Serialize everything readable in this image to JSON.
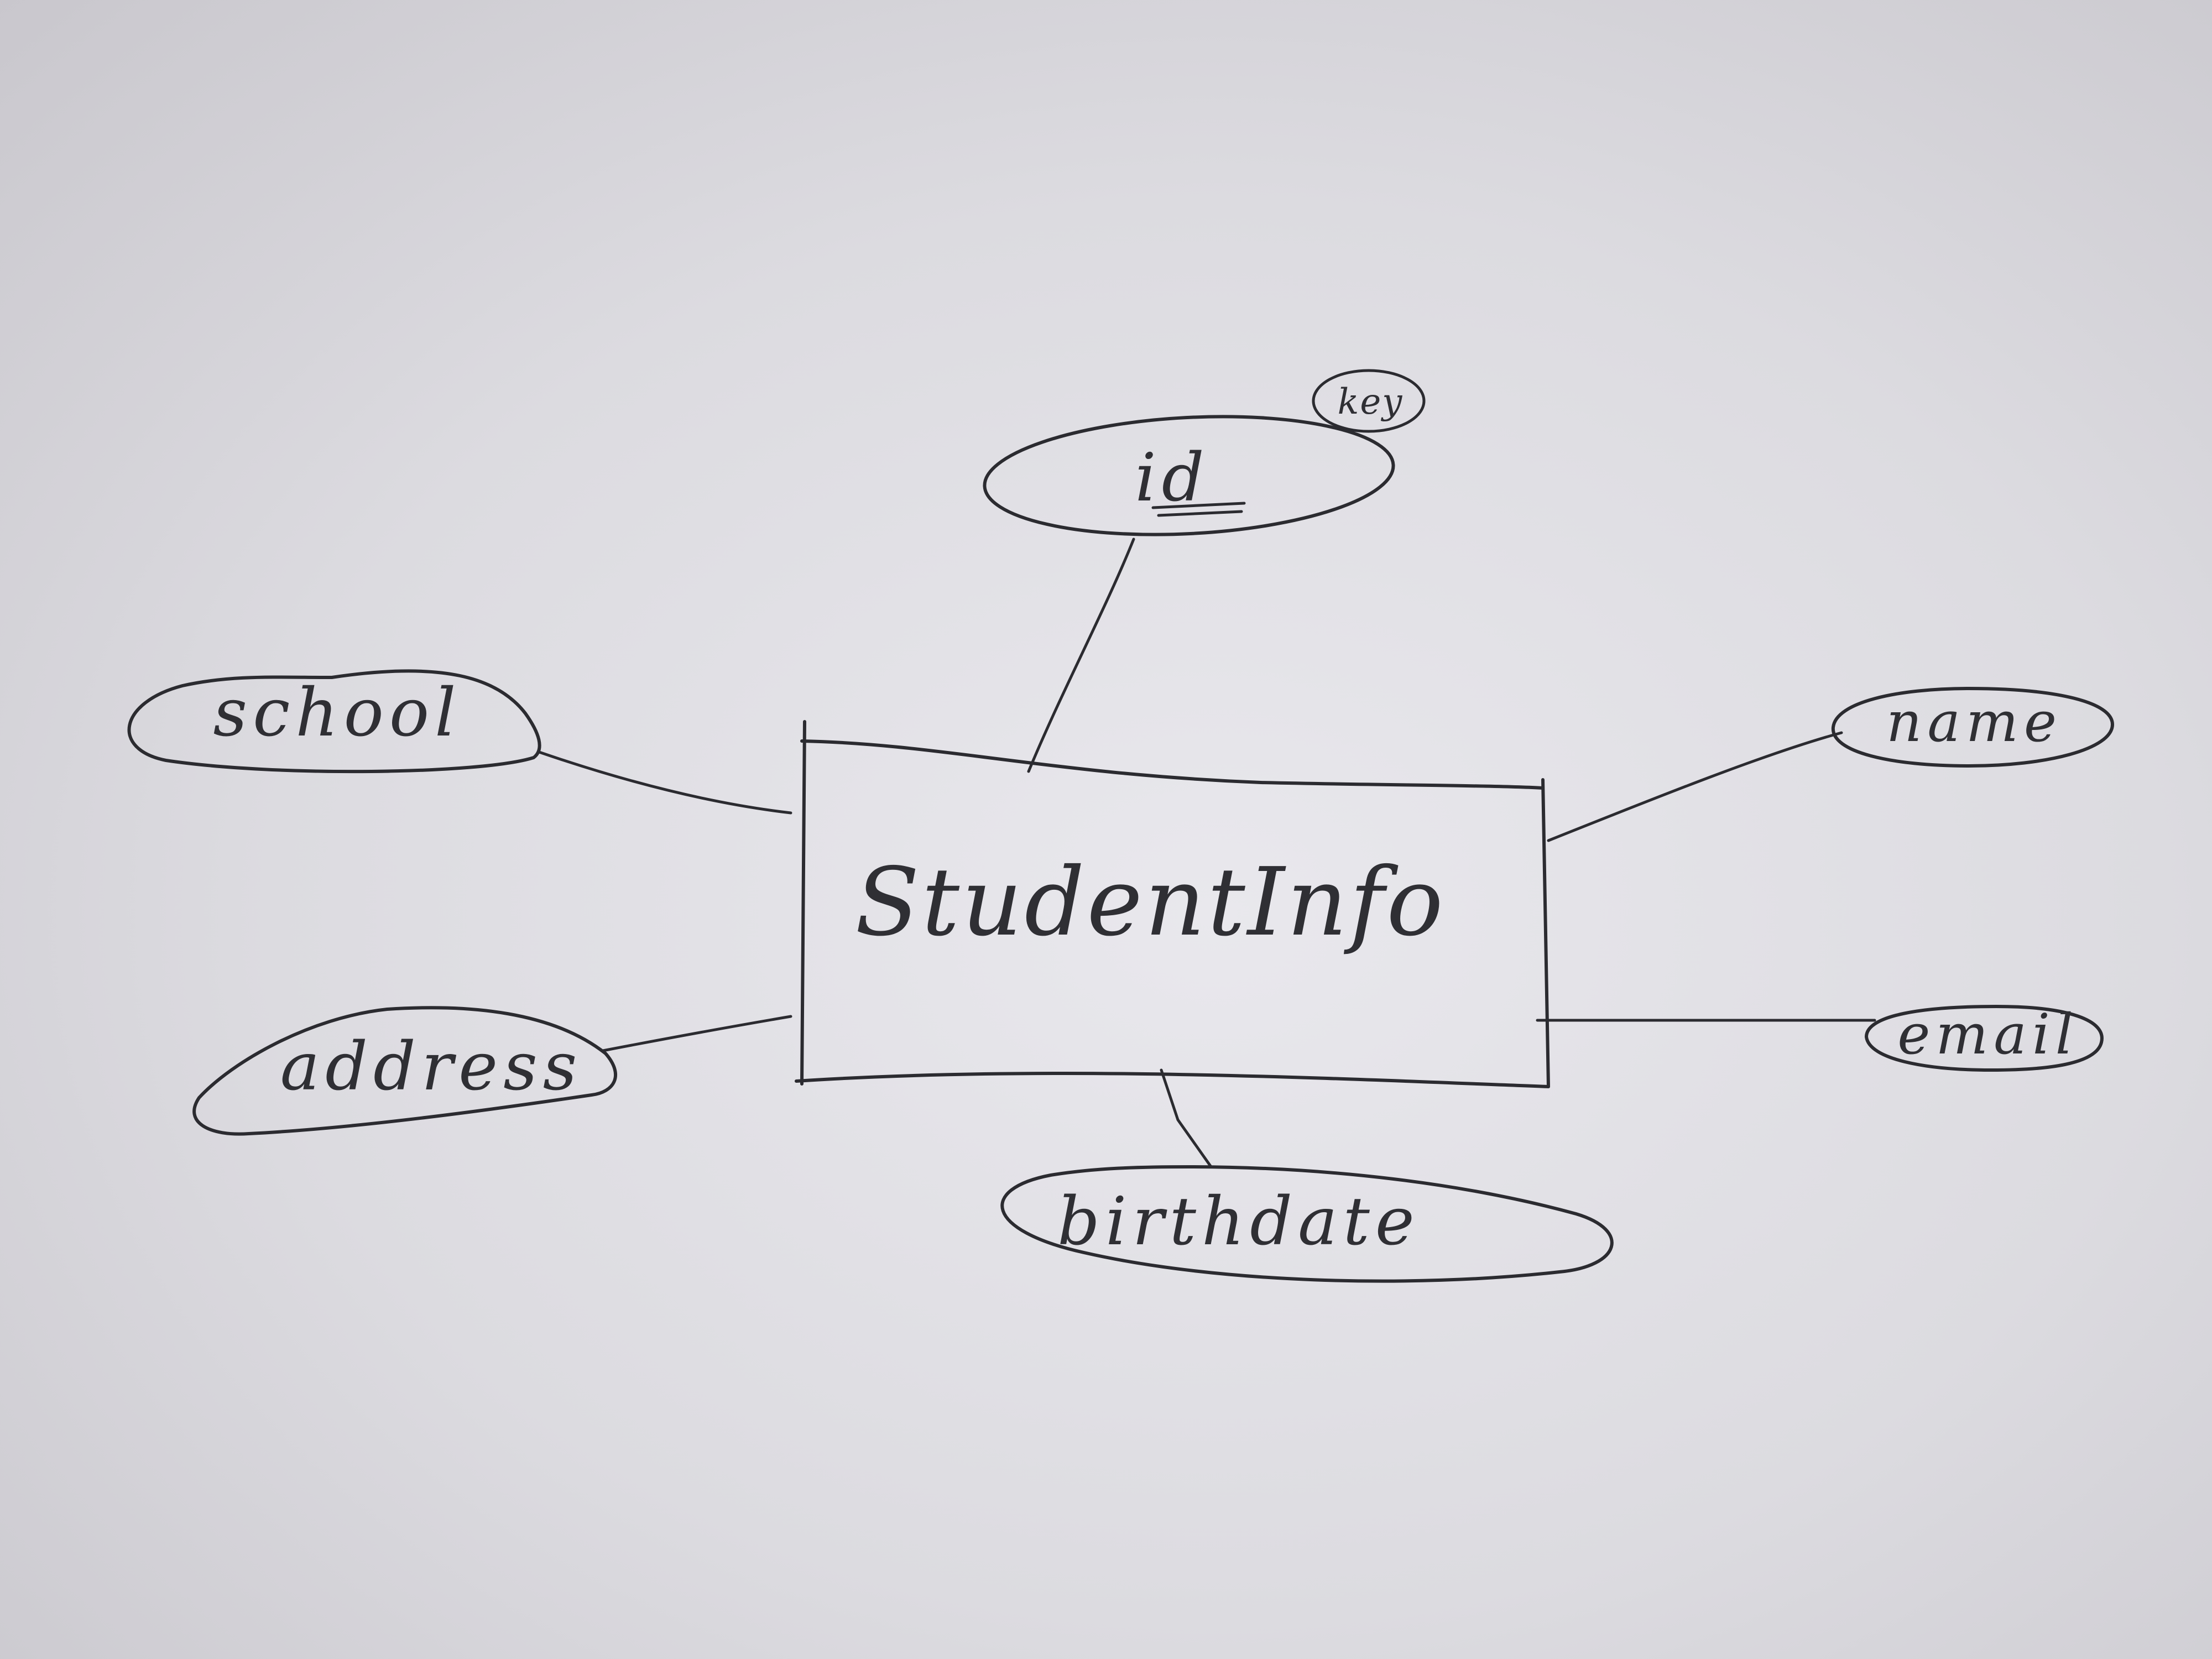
{
  "diagram": {
    "entity": {
      "name": "StudentInfo"
    },
    "attributes": [
      {
        "id": "id",
        "label": "id",
        "primary_key": true
      },
      {
        "id": "school",
        "label": "school"
      },
      {
        "id": "address",
        "label": "address"
      },
      {
        "id": "name",
        "label": "name"
      },
      {
        "id": "email",
        "label": "email"
      },
      {
        "id": "birthdate",
        "label": "birthdate"
      }
    ],
    "key_marker": {
      "label": "key"
    }
  },
  "colors": {
    "paper": "#e4e3e8",
    "ink": "#2b2b30"
  }
}
